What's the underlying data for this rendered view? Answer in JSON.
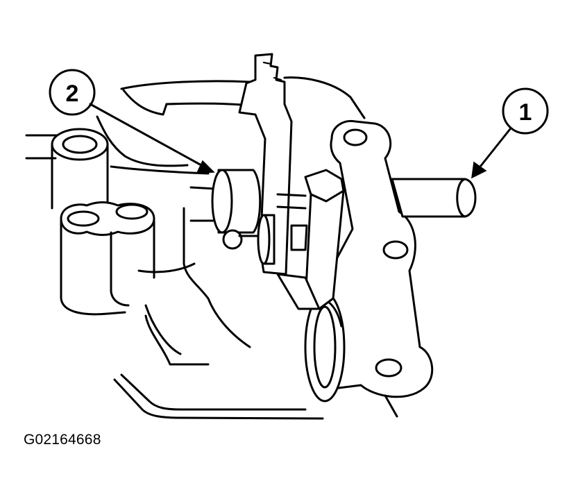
{
  "callouts": [
    {
      "id": "1",
      "label": "1"
    },
    {
      "id": "2",
      "label": "2"
    }
  ],
  "figure_code": "G02164668"
}
